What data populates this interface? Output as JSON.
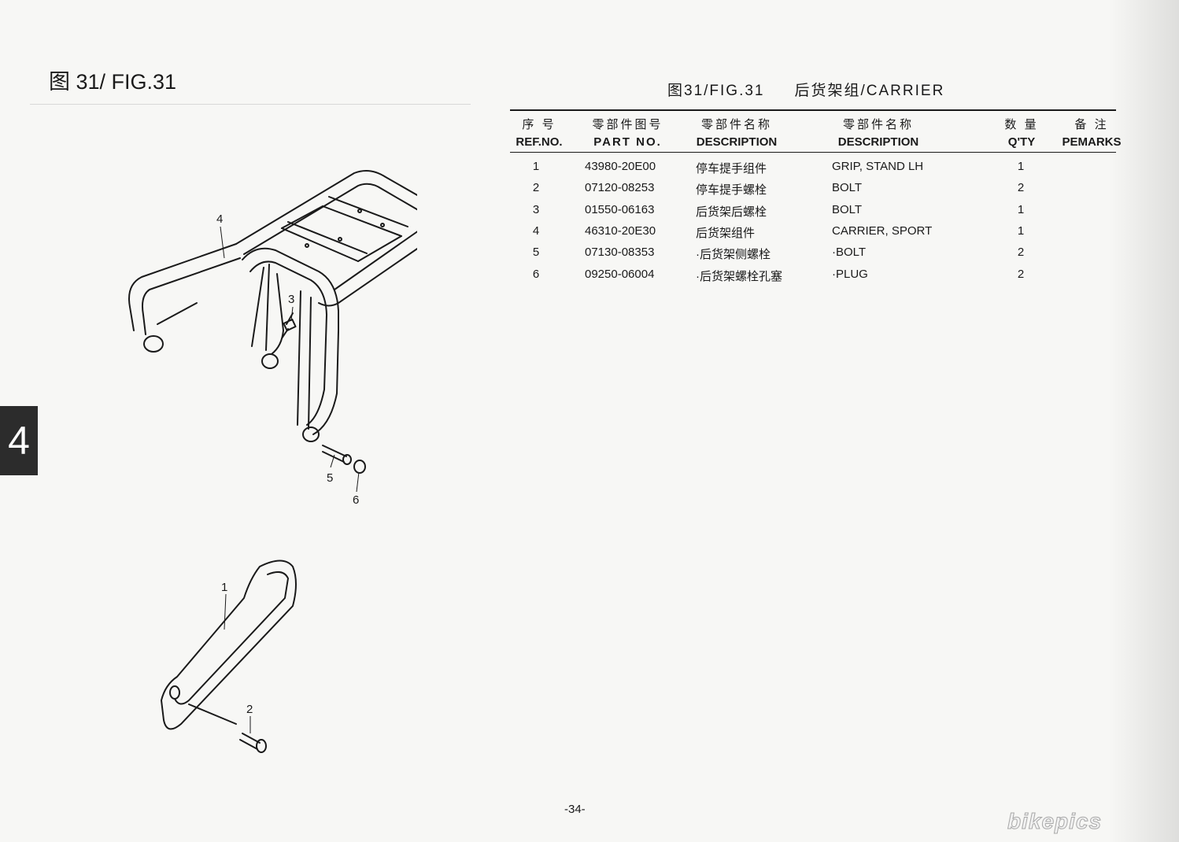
{
  "left_title": "图 31/ FIG.31",
  "section_tab": "4",
  "right_title": {
    "fig": "图31/FIG.31",
    "name": "后货架组/CARRIER"
  },
  "headers": {
    "ref": {
      "zh": "序 号",
      "en": "REF.NO."
    },
    "part": {
      "zh": "零部件图号",
      "en": "PART NO."
    },
    "desc_zh": {
      "zh": "零部件名称",
      "en": "DESCRIPTION"
    },
    "desc_en": {
      "zh": "零部件名称",
      "en": "DESCRIPTION"
    },
    "qty": {
      "zh": "数 量",
      "en": "Q'TY"
    },
    "remarks": {
      "zh": "备 注",
      "en": "PEMARKS"
    }
  },
  "rows": [
    {
      "ref": "1",
      "part": "43980-20E00",
      "zh": "停车提手组件",
      "en": "GRIP, STAND LH",
      "qty": "1"
    },
    {
      "ref": "2",
      "part": "07120-08253",
      "zh": "停车提手螺栓",
      "en": "BOLT",
      "qty": "2"
    },
    {
      "ref": "3",
      "part": "01550-06163",
      "zh": "后货架后螺栓",
      "en": "BOLT",
      "qty": "1"
    },
    {
      "ref": "4",
      "part": "46310-20E30",
      "zh": "后货架组件",
      "en": "CARRIER, SPORT",
      "qty": "1"
    },
    {
      "ref": "5",
      "part": "07130-08353",
      "zh": "·后货架侧螺栓",
      "en": "·BOLT",
      "qty": "2"
    },
    {
      "ref": "6",
      "part": "09250-06004",
      "zh": "·后货架螺栓孔塞",
      "en": "·PLUG",
      "qty": "2"
    }
  ],
  "callouts": [
    "1",
    "2",
    "3",
    "4",
    "5",
    "6"
  ],
  "page_number": "-34-",
  "watermark": "bikepics"
}
